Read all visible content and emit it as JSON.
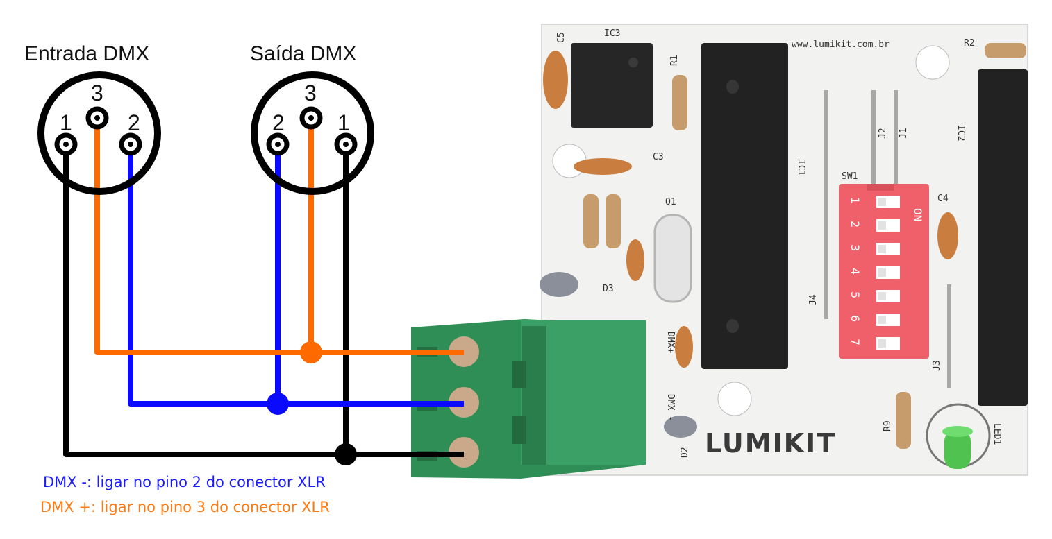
{
  "connectors": {
    "input_title": "Entrada DMX",
    "output_title": "Saída DMX",
    "input_pins": [
      "1",
      "3",
      "2"
    ],
    "output_pins": [
      "2",
      "3",
      "1"
    ]
  },
  "notes": {
    "dmx_minus": "DMX -: ligar no pino 2 do conector XLR",
    "dmx_plus": "DMX +: ligar no pino 3 do conector XLR"
  },
  "board": {
    "website": "www.lumikit.com.br",
    "brand": "LUMIKIT",
    "labels": {
      "ic1": "IC1",
      "ic2": "IC2",
      "ic3": "IC3",
      "r1": "R1",
      "r2": "R2",
      "r9": "R9",
      "c3": "C3",
      "c4": "C4",
      "c5": "C5",
      "q1": "Q1",
      "d2": "D2",
      "d3": "D3",
      "j1": "J1",
      "j2": "J2",
      "j3": "J3",
      "j4": "J4",
      "sw1": "SW1",
      "led1": "LED1",
      "dmx_plus": "DMX+",
      "dmx_minus": "DMX -"
    },
    "dip_on": "ON",
    "dip_numbers": [
      "1",
      "2",
      "3",
      "4",
      "5",
      "6",
      "7"
    ]
  },
  "colors": {
    "dmx_plus_wire": "#ff6a00",
    "dmx_minus_wire": "#0a0aff",
    "ground_wire": "#000000",
    "terminal_block": "#2f8e55",
    "dip_switch": "#f0606a"
  }
}
